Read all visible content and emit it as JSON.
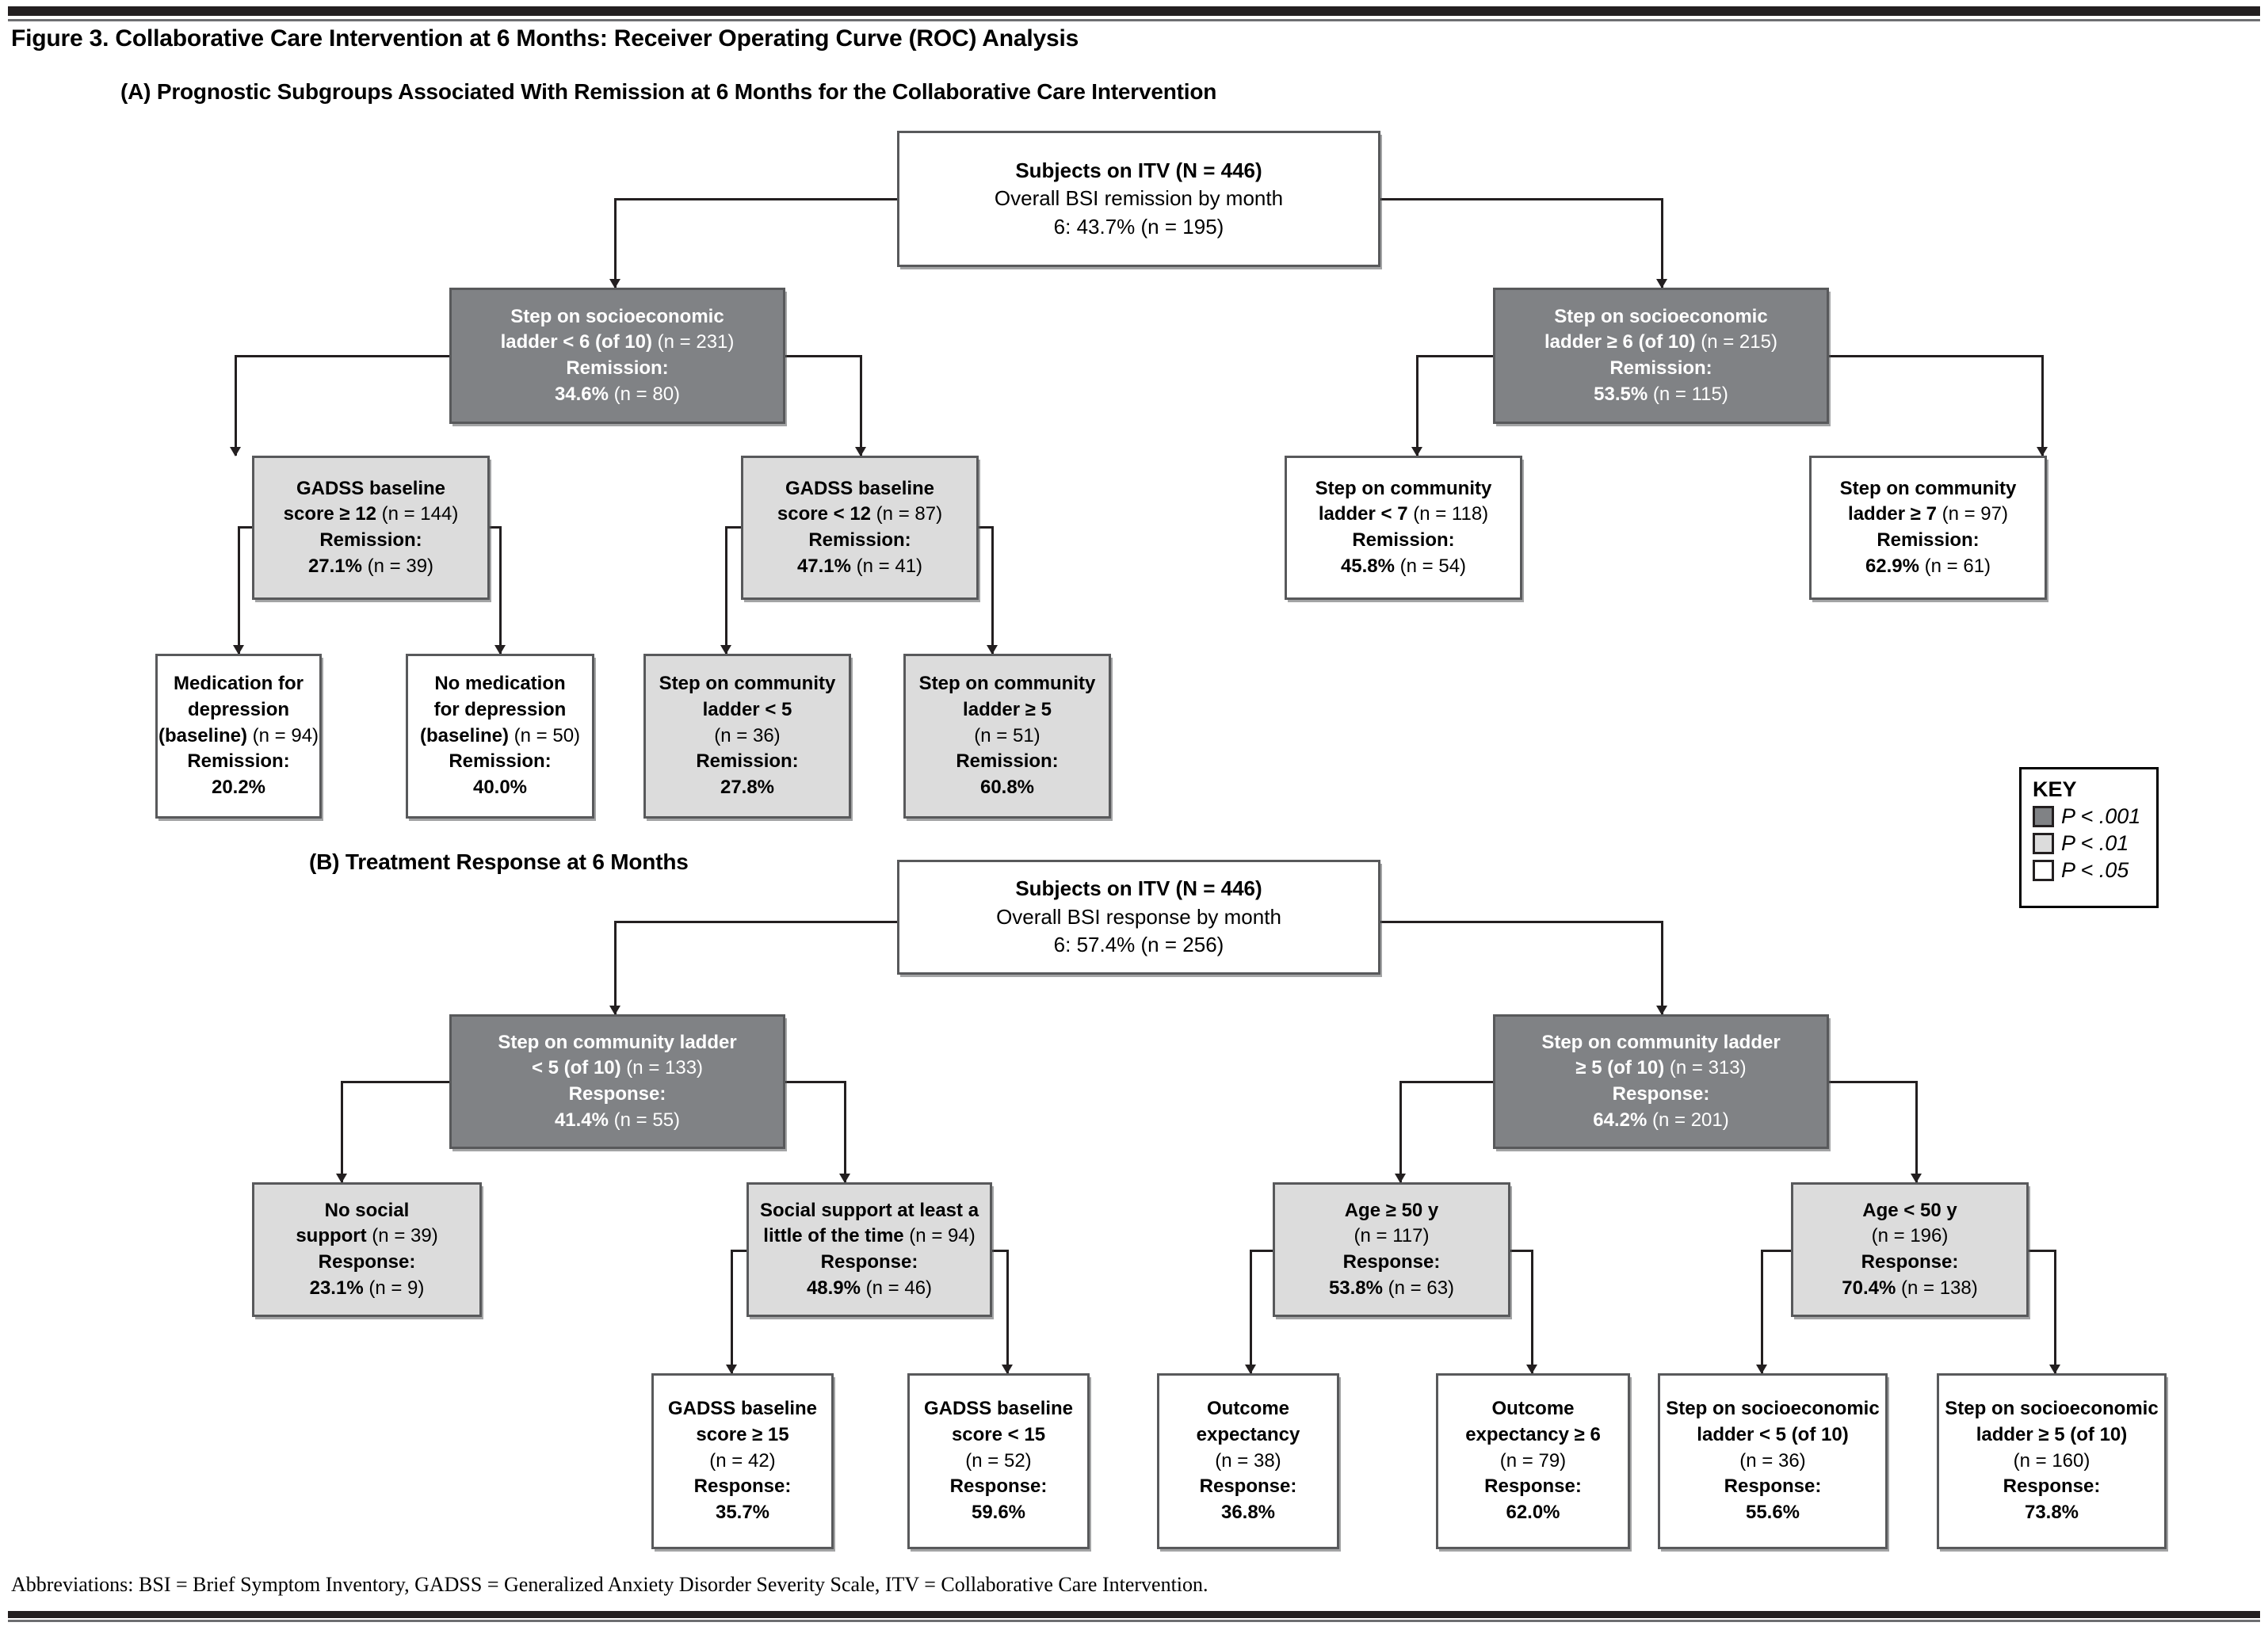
{
  "figure": {
    "title": "Figure 3. Collaborative Care Intervention at 6 Months: Receiver Operating Curve (ROC) Analysis",
    "footnote": "Abbreviations: BSI = Brief Symptom Inventory, GADSS = Generalized Anxiety Disorder Severity Scale, ITV = Collaborative Care Intervention."
  },
  "panel_a": {
    "title": "(A) Prognostic Subgroups Associated With Remission at 6 Months for the Collaborative Care Intervention",
    "root": {
      "line1": "Subjects on ITV (N = 446)",
      "line2": "Overall BSI remission by month",
      "line3": "6: 43.7% (n = 195)"
    },
    "level2": [
      {
        "line1": "Step on socioeconomic",
        "line2_bold": "ladder < 6 (of 10)",
        "line2_light": " (n = 231)",
        "line3": "Remission:",
        "line4_bold": "34.6%",
        "line4_light": " (n = 80)"
      },
      {
        "line1": "Step on socioeconomic",
        "line2_bold": "ladder ≥ 6 (of 10)",
        "line2_light": " (n = 215)",
        "line3": "Remission:",
        "line4_bold": "53.5%",
        "line4_light": " (n = 115)"
      }
    ],
    "level3": [
      {
        "line1": "GADSS baseline",
        "line2_bold": "score ≥ 12",
        "line2_light": " (n = 144)",
        "line3": "Remission:",
        "line4_bold": "27.1%",
        "line4_light": " (n = 39)"
      },
      {
        "line1": "GADSS baseline",
        "line2_bold": "score < 12",
        "line2_light": " (n = 87)",
        "line3": "Remission:",
        "line4_bold": "47.1%",
        "line4_light": " (n = 41)"
      },
      {
        "line1": "Step on community",
        "line2_bold": "ladder < 7",
        "line2_light": " (n = 118)",
        "line3": "Remission:",
        "line4_bold": "45.8%",
        "line4_light": " (n = 54)"
      },
      {
        "line1": "Step on community",
        "line2_bold": "ladder ≥ 7",
        "line2_light": " (n = 97)",
        "line3": "Remission:",
        "line4_bold": "62.9%",
        "line4_light": " (n = 61)"
      }
    ],
    "level4": [
      {
        "line1": "Medication for",
        "line2": "depression",
        "line3_bold": "(baseline)",
        "line3_light": " (n = 94)",
        "line4": "Remission:",
        "line5": "20.2%"
      },
      {
        "line1": "No medication",
        "line2": "for depression",
        "line3_bold": "(baseline)",
        "line3_light": " (n = 50)",
        "line4": "Remission:",
        "line5": "40.0%"
      },
      {
        "line1": "Step on community",
        "line2": "ladder < 5",
        "line3_bold": "",
        "line3_light": "(n = 36)",
        "line4": "Remission:",
        "line5": "27.8%"
      },
      {
        "line1": "Step on community",
        "line2": "ladder ≥ 5",
        "line3_bold": "",
        "line3_light": "(n = 51)",
        "line4": "Remission:",
        "line5": "60.8%"
      }
    ]
  },
  "panel_b": {
    "title": "(B) Treatment Response at 6 Months",
    "root": {
      "line1": "Subjects on ITV (N = 446)",
      "line2": "Overall BSI response by month",
      "line3": "6: 57.4% (n =  256)"
    },
    "level2": [
      {
        "line1": "Step on community ladder",
        "line2_bold": "< 5 (of 10)",
        "line2_light": " (n = 133)",
        "line3": "Response:",
        "line4_bold": "41.4%",
        "line4_light": " (n = 55)"
      },
      {
        "line1": "Step on community ladder",
        "line2_bold": "≥ 5 (of 10)",
        "line2_light": " (n = 313)",
        "line3": "Response:",
        "line4_bold": "64.2%",
        "line4_light": " (n = 201)"
      }
    ],
    "level3": [
      {
        "line1": "No social",
        "line2_bold": "support",
        "line2_light": " (n = 39)",
        "line3": "Response:",
        "line4_bold": "23.1%",
        "line4_light": " (n = 9)"
      },
      {
        "line1": "Social support at least a",
        "line2_bold": "little of the time",
        "line2_light": " (n = 94)",
        "line3": "Response:",
        "line4_bold": "48.9%",
        "line4_light": " (n = 46)"
      },
      {
        "line1": "Age ≥ 50 y",
        "line2_bold": "",
        "line2_light": "(n = 117)",
        "line3": "Response:",
        "line4_bold": "53.8%",
        "line4_light": " (n = 63)"
      },
      {
        "line1": "Age < 50 y",
        "line2_bold": "",
        "line2_light": "(n = 196)",
        "line3": "Response:",
        "line4_bold": "70.4%",
        "line4_light": " (n = 138)"
      }
    ],
    "level4": [
      {
        "line1": "GADSS baseline",
        "line2": "score ≥ 15",
        "line3_bold": "",
        "line3_light": "(n = 42)",
        "line4": "Response:",
        "line5": "35.7%"
      },
      {
        "line1": "GADSS baseline",
        "line2": "score < 15",
        "line3_bold": "",
        "line3_light": "(n = 52)",
        "line4": "Response:",
        "line5": "59.6%"
      },
      {
        "line1": "Outcome",
        "line2": "expectancy",
        "line3_bold": "",
        "line3_light": "(n = 38)",
        "line4": "Response:",
        "line5": "36.8%"
      },
      {
        "line1": "Outcome",
        "line2": "expectancy ≥ 6",
        "line3_bold": "",
        "line3_light": "(n = 79)",
        "line4": "Response:",
        "line5": "62.0%"
      },
      {
        "line1": "Step on socioeconomic",
        "line2": "ladder < 5 (of 10)",
        "line3_bold": "",
        "line3_light": "(n = 36)",
        "line4": "Response:",
        "line5": "55.6%"
      },
      {
        "line1": "Step on socioeconomic",
        "line2": "ladder ≥  5 (of 10)",
        "line3_bold": "",
        "line3_light": "(n = 160)",
        "line4": "Response:",
        "line5": "73.8%"
      }
    ]
  },
  "key": {
    "title": "KEY",
    "items": [
      {
        "label": "P < .001",
        "swatch": "dark"
      },
      {
        "label": "P < .01",
        "swatch": "light"
      },
      {
        "label": "P < .05",
        "swatch": "white"
      }
    ]
  },
  "colors": {
    "p001": "#808285",
    "p01": "#dcdcdc",
    "p05": "#ffffff",
    "border": "#58595b",
    "rule": "#231f20"
  }
}
